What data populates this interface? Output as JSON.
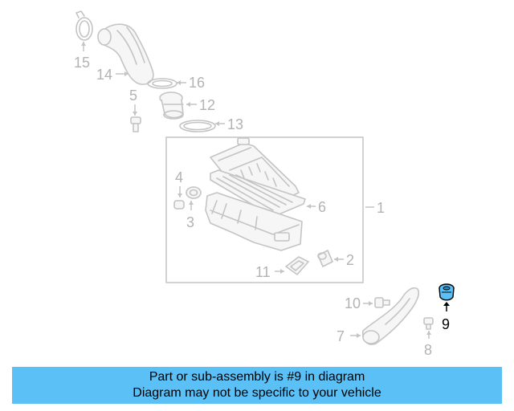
{
  "diagram": {
    "callouts": [
      "15",
      "14",
      "16",
      "5",
      "12",
      "13",
      "4",
      "3",
      "6",
      "1",
      "11",
      "2",
      "10",
      "7",
      "8"
    ],
    "highlighted_callout": "9",
    "highlight_color": "#5bc0f5",
    "muted_color": "#c4c4c4"
  },
  "banner": {
    "line1": "Part or sub-assembly is #9 in diagram",
    "line2": "Diagram may not be specific to your vehicle"
  }
}
